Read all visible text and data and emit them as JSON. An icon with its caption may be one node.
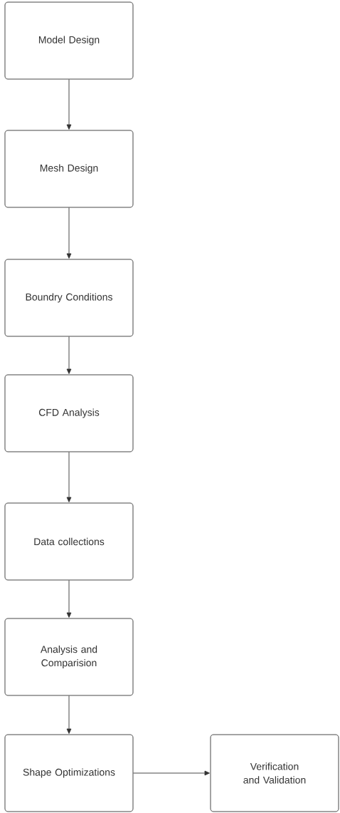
{
  "diagram": {
    "nodes": [
      {
        "text": [
          "Model Design"
        ]
      },
      {
        "text": [
          "Mesh Design"
        ]
      },
      {
        "text": [
          "Boundry Conditions"
        ]
      },
      {
        "text": [
          "CFD Analysis"
        ]
      },
      {
        "text": [
          "Data collections"
        ]
      },
      {
        "text": [
          "Analysis and Comparision"
        ]
      },
      {
        "text": [
          "Shape Optimizations"
        ]
      },
      {
        "text": [
          "Verification and Validation"
        ]
      }
    ],
    "edges": [
      {
        "from": 0,
        "to": 1,
        "arrow": "to"
      },
      {
        "from": 1,
        "to": 2,
        "arrow": "to"
      },
      {
        "from": 2,
        "to": 3,
        "arrow": "to"
      },
      {
        "from": 3,
        "to": 4,
        "arrow": "to"
      },
      {
        "from": 4,
        "to": 5,
        "arrow": "to"
      },
      {
        "from": 5,
        "to": 6,
        "arrow": "to"
      },
      {
        "from": 6,
        "to": 7,
        "arrow": "to"
      }
    ]
  }
}
